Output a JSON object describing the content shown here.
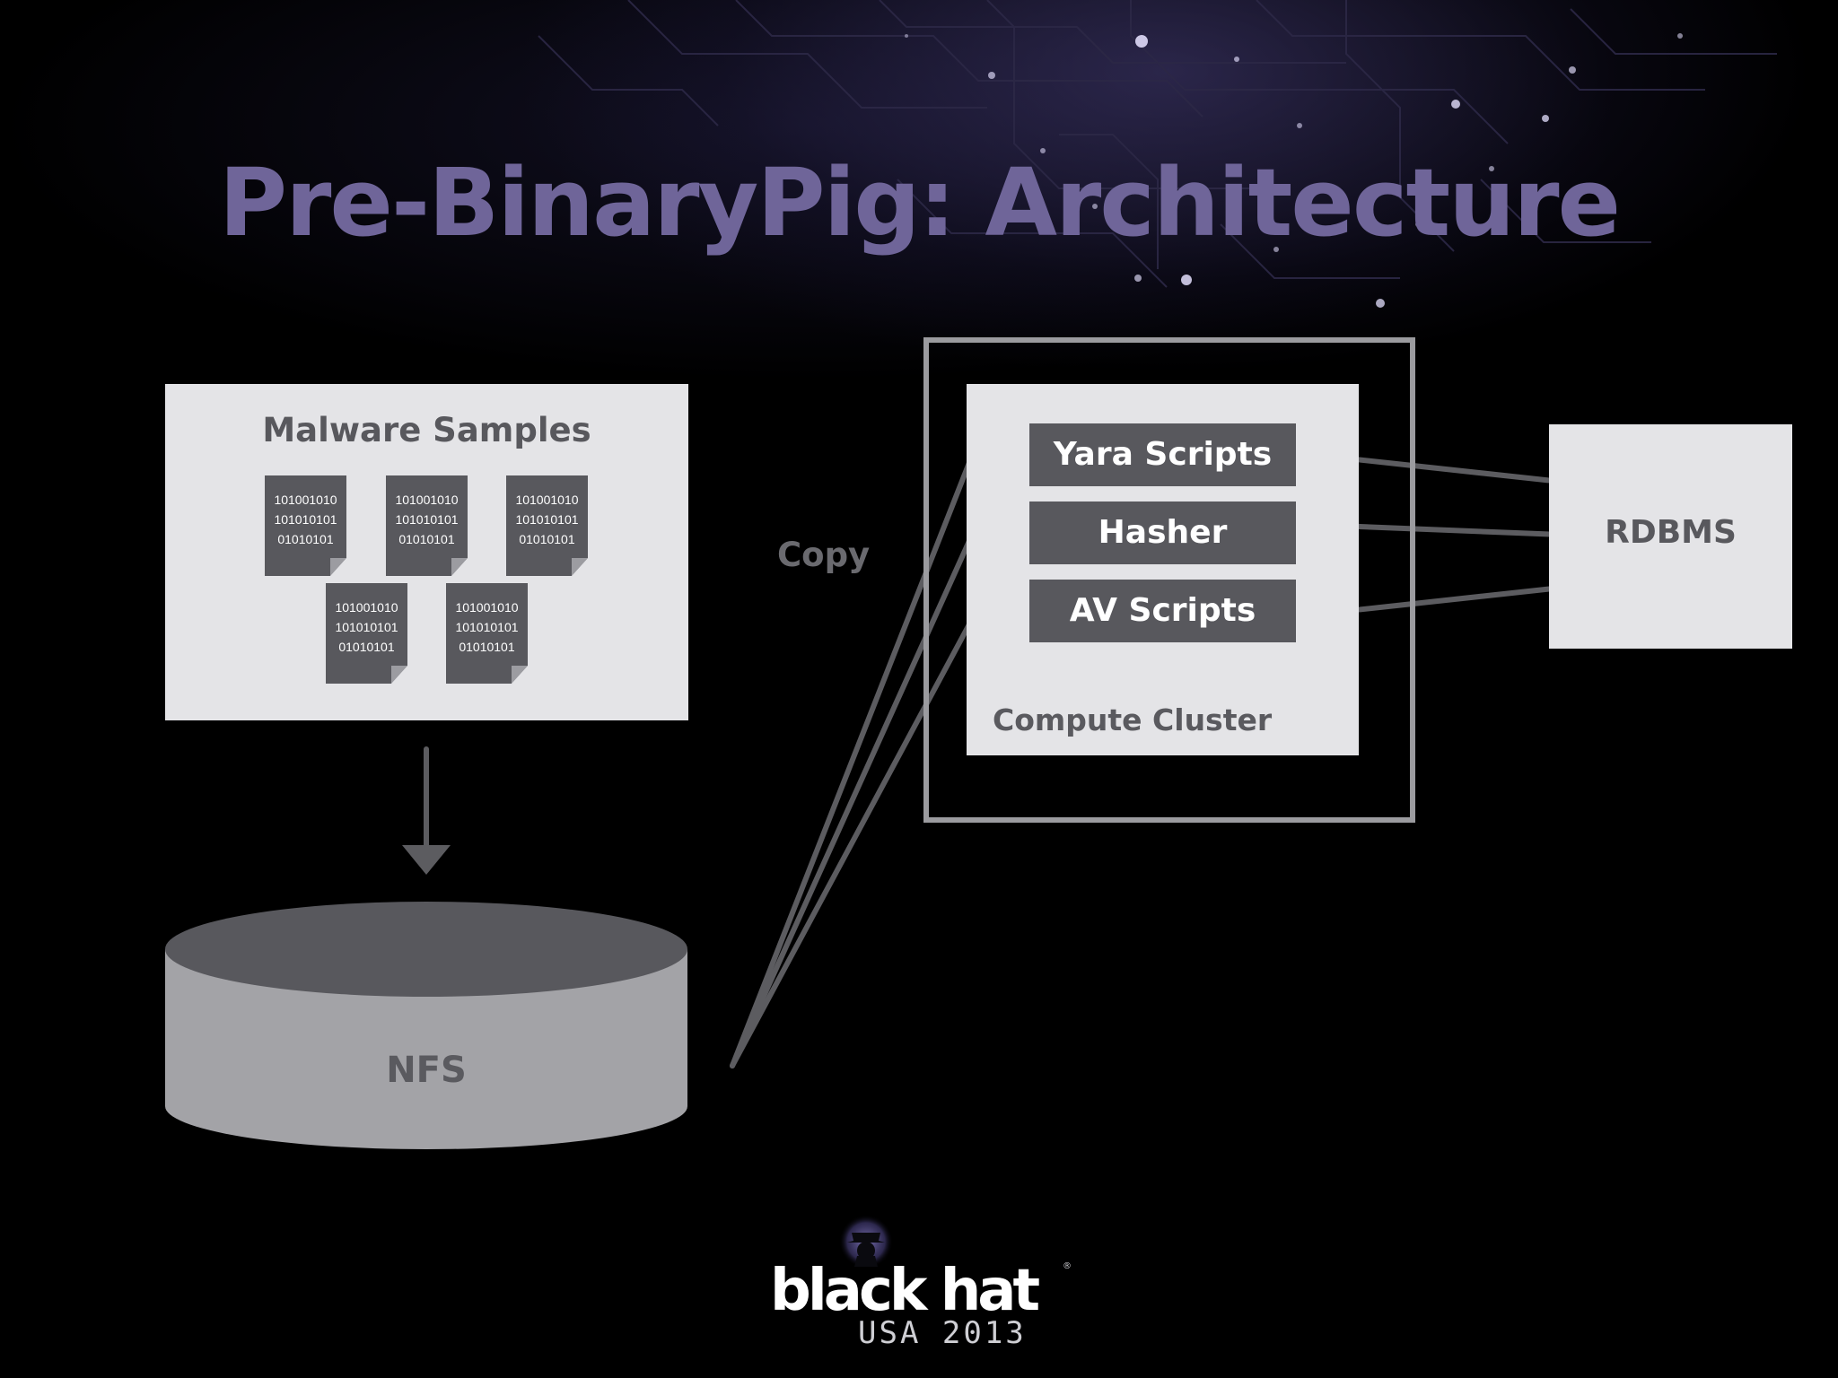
{
  "slide": {
    "title": "Pre-BinaryPig: Architecture"
  },
  "malware": {
    "title": "Malware Samples",
    "files": [
      "101001010\n101010101\n01010101",
      "101001010\n101010101\n01010101",
      "101001010\n101010101\n01010101",
      "101001010\n101010101\n01010101",
      "101001010\n101010101\n01010101"
    ]
  },
  "storage": {
    "label": "NFS"
  },
  "transfer": {
    "label": "Copy"
  },
  "cluster": {
    "label": "Compute Cluster",
    "scripts": [
      "Yara Scripts",
      "Hasher",
      "AV Scripts"
    ]
  },
  "database": {
    "label": "RDBMS"
  },
  "footer": {
    "logo_word_black": "black",
    "logo_word_hat": "hat",
    "logo_event": "USA 2013",
    "logo_reg": "®"
  },
  "colors": {
    "title": "#6f6599",
    "box_fill": "#e4e4e7",
    "dark_gray": "#58585d",
    "arrow": "#5c5c60",
    "frame": "#9b9b9f"
  }
}
